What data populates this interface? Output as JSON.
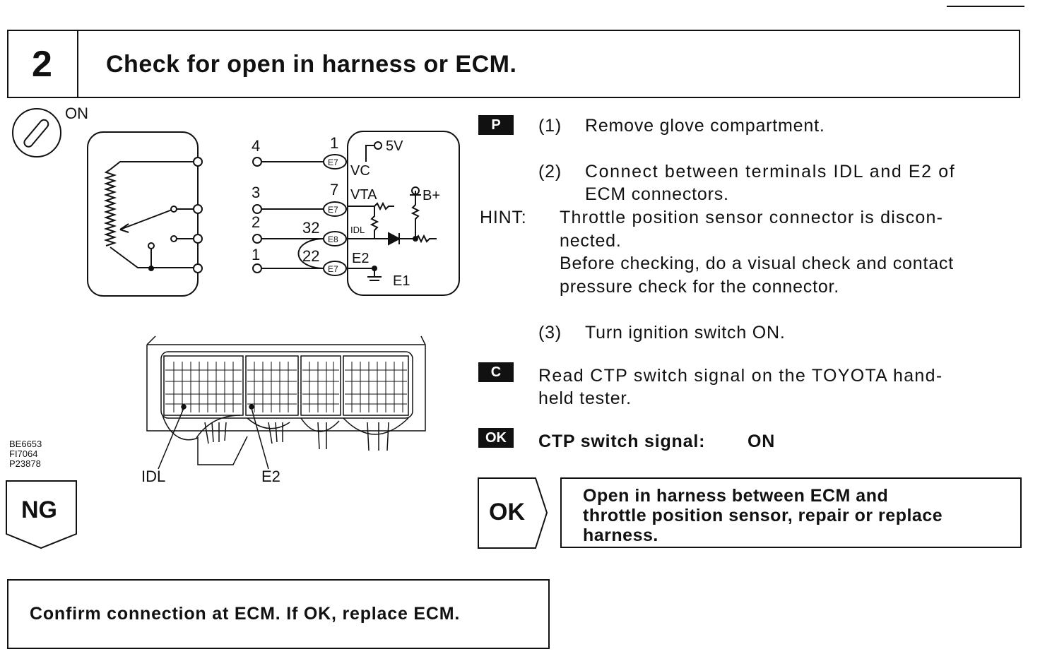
{
  "step": {
    "number": "2",
    "title": "Check for open in harness or ECM."
  },
  "diagram": {
    "ignition_label": "ON",
    "pins": [
      "4",
      "3",
      "2",
      "1"
    ],
    "ecm_pins": [
      "1",
      "7",
      "32",
      "22"
    ],
    "connectors": [
      "E7",
      "E7",
      "E8",
      "E7"
    ],
    "terminals": [
      "VC",
      "VTA",
      "IDL",
      "E2"
    ],
    "supply_5v": "5V",
    "supply_b": "B+",
    "ground": "E1",
    "connector_labels": [
      "IDL",
      "E2"
    ],
    "figure_ids": [
      "BE6653",
      "FI7064",
      "P23878"
    ]
  },
  "instructions": {
    "tag_p": "P",
    "step1_num": "(1)",
    "step1_text": "Remove glove compartment.",
    "step2_num": "(2)",
    "step2_line1": "Connect between terminals IDL and E2 of",
    "step2_line2": "ECM connectors.",
    "hint_label": "HINT:",
    "hint_line1": "Throttle position sensor connector is discon-",
    "hint_line2": "nected.",
    "hint_line3": "Before checking, do a visual check and contact",
    "hint_line4": "pressure check for the connector.",
    "step3_num": "(3)",
    "step3_text": "Turn ignition switch ON.",
    "tag_c": "C",
    "check_line1": "Read CTP switch signal on the TOYOTA hand-",
    "check_line2": "held tester.",
    "tag_ok": "OK",
    "spec_label": "CTP switch signal:",
    "spec_value": "ON"
  },
  "results": {
    "ok_label": "OK",
    "ok_line1": "Open in harness between ECM and",
    "ok_line2": "throttle position sensor, repair or replace",
    "ok_line3": "harness.",
    "ng_label": "NG",
    "ng_text": "Confirm connection at ECM. If OK, replace ECM."
  }
}
